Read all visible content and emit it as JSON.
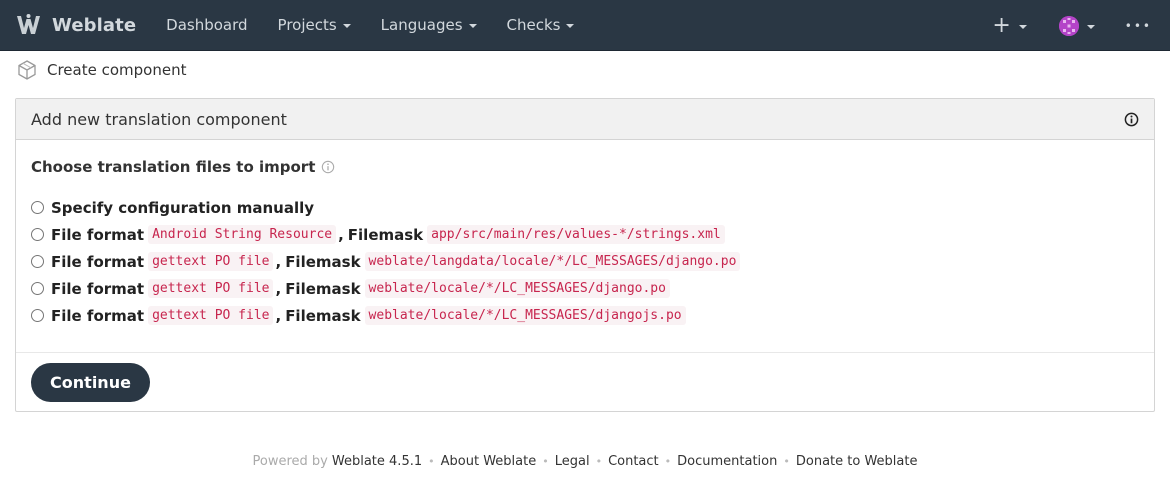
{
  "navbar": {
    "brand": "Weblate",
    "items": [
      {
        "label": "Dashboard",
        "has_caret": false
      },
      {
        "label": "Projects",
        "has_caret": true
      },
      {
        "label": "Languages",
        "has_caret": true
      },
      {
        "label": "Checks",
        "has_caret": true
      }
    ],
    "add_symbol": "+",
    "more_symbol": "•••",
    "bg_color": "#2a3744"
  },
  "breadcrumb": {
    "label": "Create component"
  },
  "panel": {
    "title": "Add new translation component",
    "section_label": "Choose translation files to import",
    "options": [
      {
        "label": "Specify configuration manually"
      },
      {
        "format_label": "File format",
        "format": "Android String Resource",
        "filemask_label": "Filemask",
        "filemask": "app/src/main/res/values-*/strings.xml"
      },
      {
        "format_label": "File format",
        "format": "gettext PO file",
        "filemask_label": "Filemask",
        "filemask": "weblate/langdata/locale/*/LC_MESSAGES/django.po"
      },
      {
        "format_label": "File format",
        "format": "gettext PO file",
        "filemask_label": "Filemask",
        "filemask": "weblate/locale/*/LC_MESSAGES/django.po"
      },
      {
        "format_label": "File format",
        "format": "gettext PO file",
        "filemask_label": "Filemask",
        "filemask": "weblate/locale/*/LC_MESSAGES/djangojs.po"
      }
    ],
    "comma": ",",
    "continue_label": "Continue"
  },
  "footer": {
    "powered_by": "Powered by",
    "version_link": "Weblate 4.5.1",
    "links": [
      "About Weblate",
      "Legal",
      "Contact",
      "Documentation",
      "Donate to Weblate"
    ],
    "separator": "•"
  }
}
